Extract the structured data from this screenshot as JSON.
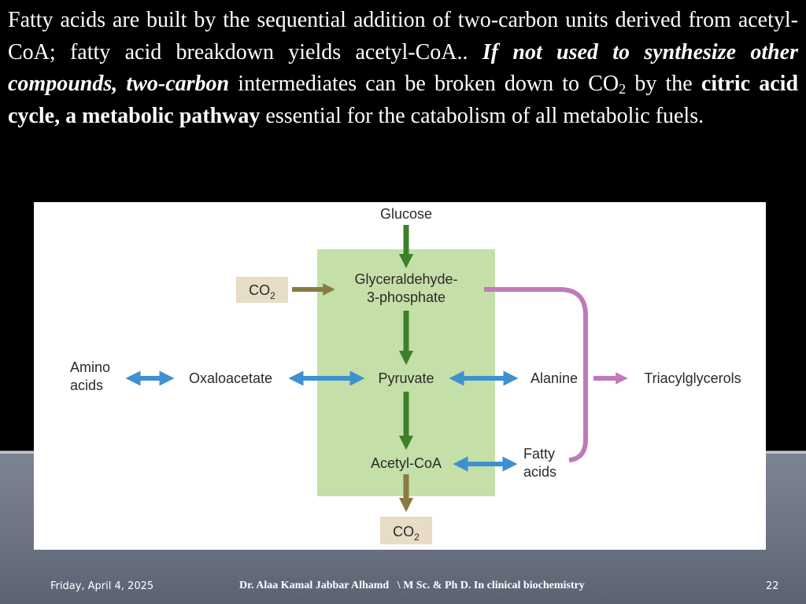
{
  "slide": {
    "text": {
      "s1": "Fatty acids are built by the sequential addition of two-carbon units derived from acetyl-CoA; fatty acid breakdown yields acetyl-CoA..",
      "s2_bold_italic": "If not used to synthesize other compounds, two-carbon",
      "s3": "intermediates can be broken down to CO",
      "s3_sub": "2",
      "s4": "by the",
      "s5_bold": "citric acid cycle, a metabolic pathway",
      "s6": "essential for the catabolism of all metabolic fuels."
    },
    "diagram": {
      "glucose": "Glucose",
      "co2_in": "CO",
      "co2_in_sub": "2",
      "g3p_line1": "Glyceraldehyde-",
      "g3p_line2": "3-phosphate",
      "amino_line1": "Amino",
      "amino_line2": "acids",
      "oxaloacetate": "Oxaloacetate",
      "pyruvate": "Pyruvate",
      "alanine": "Alanine",
      "triacylglycerols": "Triacylglycerols",
      "acetylcoa": "Acetyl-CoA",
      "fatty_line1": "Fatty",
      "fatty_line2": "acids",
      "co2_out": "CO",
      "co2_out_sub": "2"
    },
    "footer": {
      "date": "Friday, April 4, 2025",
      "author": "Dr. Alaa Kamal Jabbar Alhamd   \\ M Sc. & Ph D. In clinical biochemistry",
      "page": "22"
    },
    "colors": {
      "background": "#000000",
      "glycolysis_box": "#c5dfa8",
      "green_arrow": "#3f7f2a",
      "blue_arrow": "#3e90d0",
      "purple_arrow": "#c07ab8",
      "brown_arrow": "#8a7a45",
      "co2_box": "#e8dcc6"
    }
  }
}
